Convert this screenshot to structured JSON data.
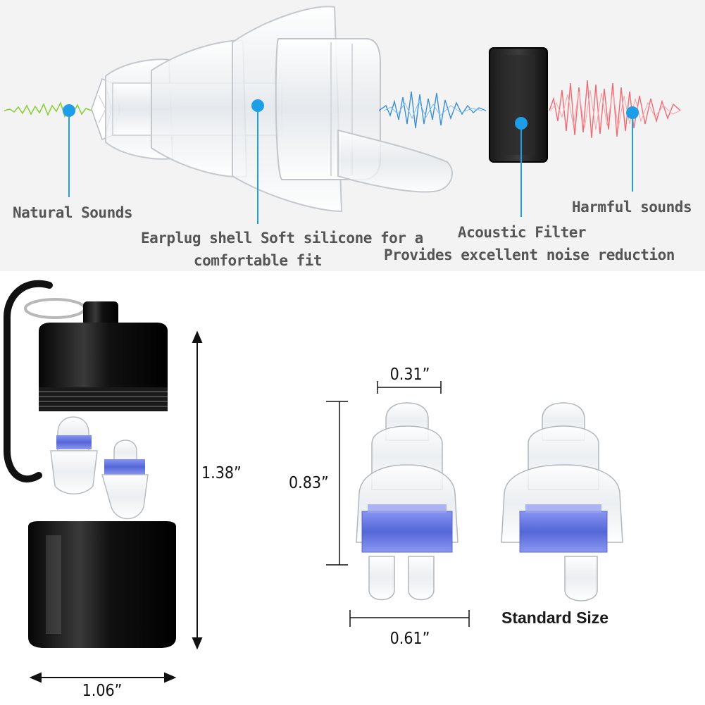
{
  "callouts": {
    "natural": "Natural Sounds",
    "shell_line1": "Earplug shell Soft silicone for a",
    "shell_line2": "comfortable fit",
    "filter_line1": "Acoustic Filter",
    "filter_line2": "Provides excellent noise reduction",
    "harmful": "Harmful sounds"
  },
  "dimensions": {
    "case_height": "1.38”",
    "case_width": "1.06”",
    "tip_width": "0.31”",
    "plug_height": "0.83”",
    "plug_width": "0.61”"
  },
  "size_label": "Standard Size",
  "colors": {
    "callout_dot": "#1e9ee6",
    "natural_wave": "#8ccf3a",
    "filtered_wave": "#3b8fd6",
    "harmful_wave": "#f06a73",
    "filter_blue": "#6f7fe6",
    "case_black": "#151515"
  }
}
